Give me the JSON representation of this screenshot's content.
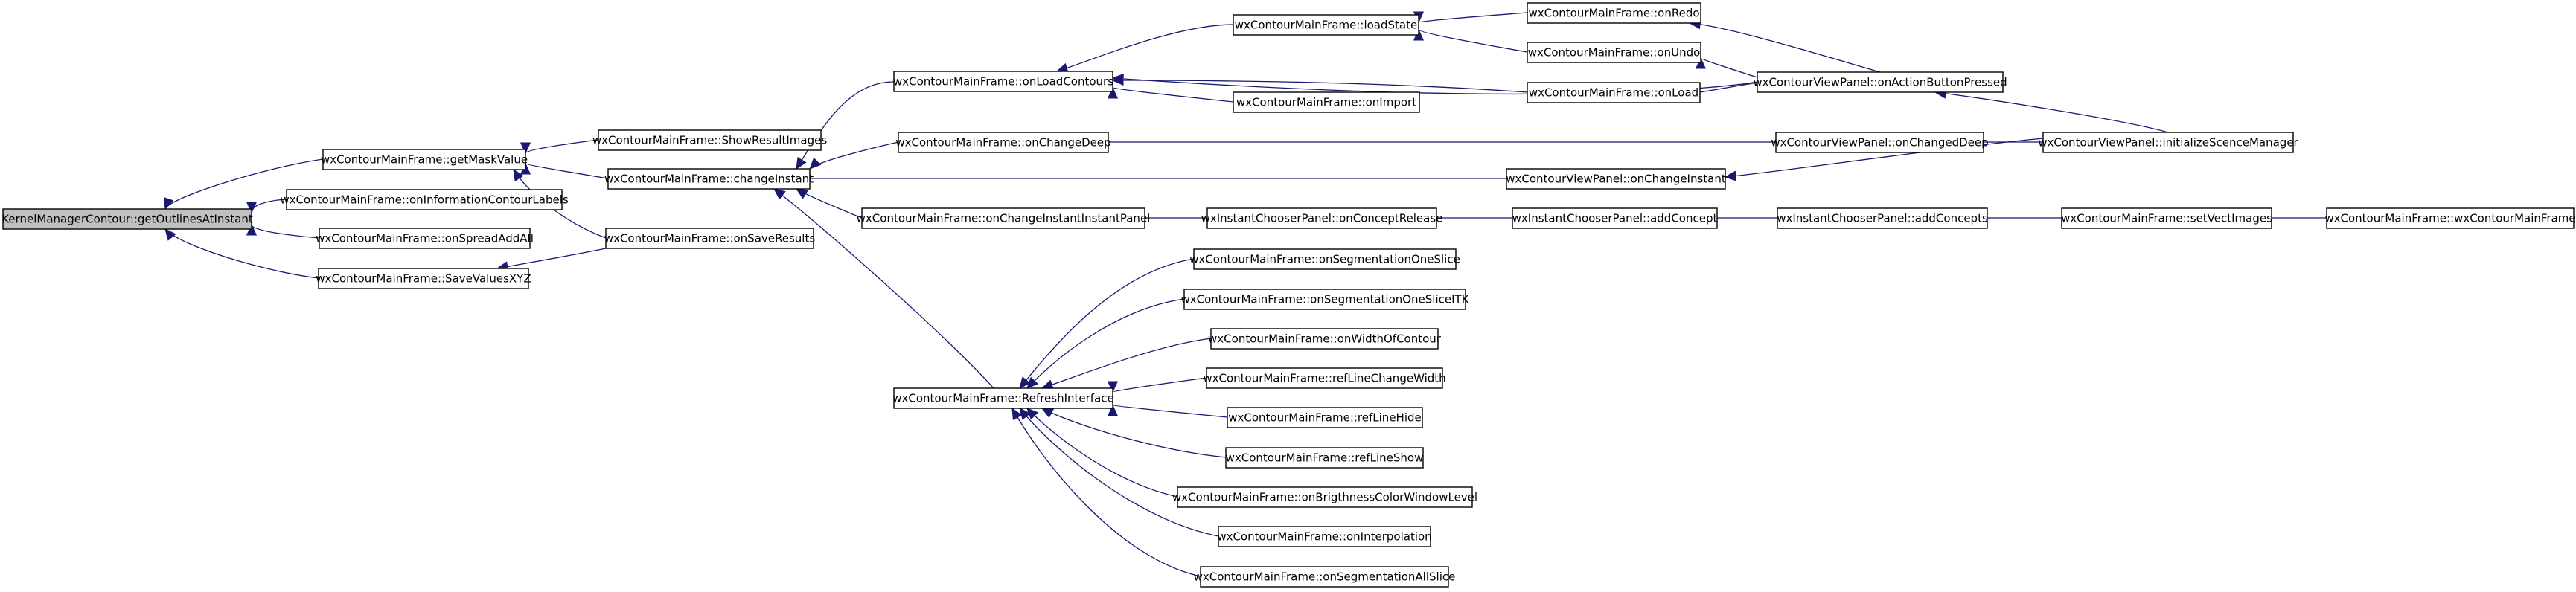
{
  "diagram": {
    "type": "call-graph",
    "colors": {
      "edge": "#191970",
      "root_fill": "#c0c0c0",
      "node_fill": "#ffffff",
      "node_border": "#000000"
    },
    "nodes": [
      {
        "id": "n1",
        "label": "KernelManagerContour::getOutlinesAtInstant",
        "root": true
      },
      {
        "id": "n2",
        "label": "wxContourMainFrame::getMaskValue"
      },
      {
        "id": "n3",
        "label": "wxContourMainFrame::onInformationContourLabels"
      },
      {
        "id": "n4",
        "label": "wxContourMainFrame::onSpreadAddAll"
      },
      {
        "id": "n5",
        "label": "wxContourMainFrame::SaveValuesXYZ"
      },
      {
        "id": "n6",
        "label": "wxContourMainFrame::ShowResultImages"
      },
      {
        "id": "n7",
        "label": "wxContourMainFrame::changeInstant"
      },
      {
        "id": "n8",
        "label": "wxContourMainFrame::onSaveResults"
      },
      {
        "id": "n9",
        "label": "wxContourMainFrame::onLoadContours"
      },
      {
        "id": "n10",
        "label": "wxContourMainFrame::onChangeDeep"
      },
      {
        "id": "n11",
        "label": "wxContourMainFrame::onChangeInstantInstantPanel"
      },
      {
        "id": "n12",
        "label": "wxContourMainFrame::RefreshInterface"
      },
      {
        "id": "n13",
        "label": "wxContourMainFrame::loadState"
      },
      {
        "id": "n14",
        "label": "wxContourMainFrame::onImport"
      },
      {
        "id": "n15",
        "label": "wxContourMainFrame::onRedo"
      },
      {
        "id": "n16",
        "label": "wxContourMainFrame::onUndo"
      },
      {
        "id": "n17",
        "label": "wxContourMainFrame::onLoad"
      },
      {
        "id": "n18",
        "label": "wxContourViewPanel::onActionButtonPressed"
      },
      {
        "id": "n19",
        "label": "wxContourViewPanel::onChangedDeep"
      },
      {
        "id": "n20",
        "label": "wxContourViewPanel::initializeScenceManager"
      },
      {
        "id": "n21",
        "label": "wxContourViewPanel::onChangeInstant"
      },
      {
        "id": "n22",
        "label": "wxInstantChooserPanel::onConceptRelease"
      },
      {
        "id": "n23",
        "label": "wxInstantChooserPanel::addConcept"
      },
      {
        "id": "n24",
        "label": "wxInstantChooserPanel::addConcepts"
      },
      {
        "id": "n25",
        "label": "wxContourMainFrame::setVectImages"
      },
      {
        "id": "n26",
        "label": "wxContourMainFrame::wxContourMainFrame"
      },
      {
        "id": "n27",
        "label": "wxContourMainFrame::onSegmentationOneSlice"
      },
      {
        "id": "n28",
        "label": "wxContourMainFrame::onSegmentationOneSliceITK"
      },
      {
        "id": "n29",
        "label": "wxContourMainFrame::onWidthOfContour"
      },
      {
        "id": "n30",
        "label": "wxContourMainFrame::refLineChangeWidth"
      },
      {
        "id": "n31",
        "label": "wxContourMainFrame::refLineHide"
      },
      {
        "id": "n32",
        "label": "wxContourMainFrame::refLineShow"
      },
      {
        "id": "n33",
        "label": "wxContourMainFrame::onBrigthnessColorWindowLevel"
      },
      {
        "id": "n34",
        "label": "wxContourMainFrame::onInterpolation"
      },
      {
        "id": "n35",
        "label": "wxContourMainFrame::onSegmentationAllSlice"
      }
    ],
    "edges": [
      {
        "from": "n2",
        "to": "n1"
      },
      {
        "from": "n3",
        "to": "n1"
      },
      {
        "from": "n4",
        "to": "n1"
      },
      {
        "from": "n5",
        "to": "n1"
      },
      {
        "from": "n6",
        "to": "n2"
      },
      {
        "from": "n7",
        "to": "n2"
      },
      {
        "from": "n8",
        "to": "n2"
      },
      {
        "from": "n8",
        "to": "n5"
      },
      {
        "from": "n9",
        "to": "n7"
      },
      {
        "from": "n10",
        "to": "n7"
      },
      {
        "from": "n11",
        "to": "n7"
      },
      {
        "from": "n12",
        "to": "n7"
      },
      {
        "from": "n21",
        "to": "n7"
      },
      {
        "from": "n13",
        "to": "n9"
      },
      {
        "from": "n14",
        "to": "n9"
      },
      {
        "from": "n17",
        "to": "n9"
      },
      {
        "from": "n18",
        "to": "n9"
      },
      {
        "from": "n15",
        "to": "n13"
      },
      {
        "from": "n16",
        "to": "n13"
      },
      {
        "from": "n18",
        "to": "n15"
      },
      {
        "from": "n18",
        "to": "n16"
      },
      {
        "from": "n18",
        "to": "n17"
      },
      {
        "from": "n20",
        "to": "n18"
      },
      {
        "from": "n19",
        "to": "n10"
      },
      {
        "from": "n20",
        "to": "n19"
      },
      {
        "from": "n20",
        "to": "n21"
      },
      {
        "from": "n22",
        "to": "n11"
      },
      {
        "from": "n23",
        "to": "n22"
      },
      {
        "from": "n24",
        "to": "n23"
      },
      {
        "from": "n25",
        "to": "n24"
      },
      {
        "from": "n26",
        "to": "n25"
      },
      {
        "from": "n27",
        "to": "n12"
      },
      {
        "from": "n28",
        "to": "n12"
      },
      {
        "from": "n29",
        "to": "n12"
      },
      {
        "from": "n30",
        "to": "n12"
      },
      {
        "from": "n31",
        "to": "n12"
      },
      {
        "from": "n32",
        "to": "n12"
      },
      {
        "from": "n33",
        "to": "n12"
      },
      {
        "from": "n34",
        "to": "n12"
      },
      {
        "from": "n35",
        "to": "n12"
      }
    ]
  }
}
